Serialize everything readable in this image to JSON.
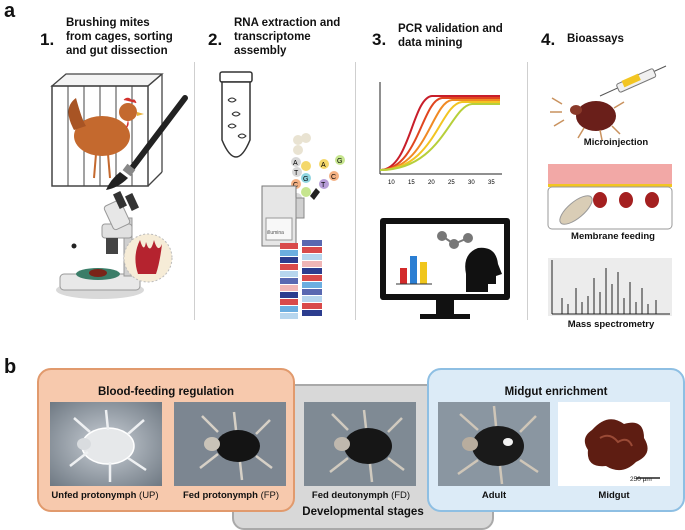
{
  "panel_a": {
    "letter": "a",
    "steps": [
      {
        "number": "1.",
        "title": "Brushing mites\nfrom cages, sorting\nand gut dissection"
      },
      {
        "number": "2.",
        "title": "RNA extraction and\ntranscriptome\nassembly"
      },
      {
        "number": "3.",
        "title": "PCR validation and\ndata mining"
      },
      {
        "number": "4.",
        "title": "Bioassays"
      }
    ],
    "pcr_ticks": [
      "10",
      "15",
      "20",
      "25",
      "30",
      "35"
    ],
    "sequencer_label": "illumina",
    "bioassays": {
      "microinjection": "Microinjection",
      "membrane_feeding": "Membrane feeding",
      "mass_spec": "Mass spectrometry"
    },
    "dna_letters": [
      "A",
      "T",
      "G",
      "C",
      "A",
      "G",
      "C",
      "T"
    ]
  },
  "panel_b": {
    "letter": "b",
    "blood_feeding_title": "Blood-feeding regulation",
    "midgut_title": "Midgut enrichment",
    "developmental_title": "Developmental stages",
    "mites": [
      {
        "name": "Unfed protonymph",
        "abbr": "(UP)"
      },
      {
        "name": "Fed protonymph",
        "abbr": "(FP)"
      },
      {
        "name": "Fed deutonymph",
        "abbr": "(FD)"
      },
      {
        "name": "Adult",
        "abbr": ""
      },
      {
        "name": "Midgut",
        "abbr": ""
      }
    ],
    "scale_bar": "250 µm"
  },
  "colors": {
    "orange_box": "#f7c9ad",
    "orange_border": "#e19a6d",
    "blue_box": "#dcebf7",
    "blue_border": "#8ebfe3",
    "gray_box": "#d8d8d8",
    "gray_border": "#a9a9a9"
  }
}
